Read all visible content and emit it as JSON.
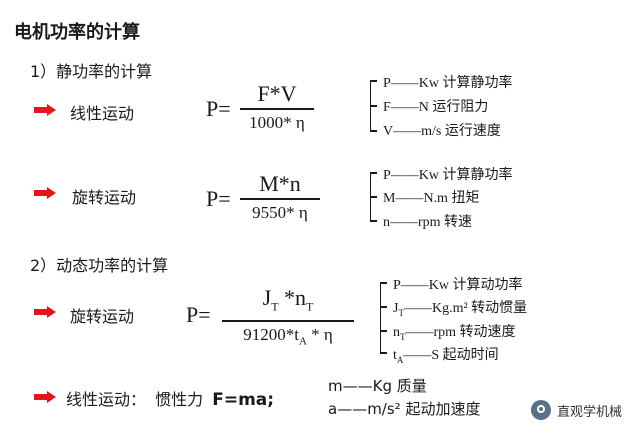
{
  "title": "电机功率的计算",
  "section1": {
    "heading": "1）静功率的计算",
    "linear": {
      "label": "线性运动",
      "p_eq": "P=",
      "numerator": "F*V",
      "denominator": "1000* η",
      "defs": [
        "P——Kw 计算静功率",
        "F——N 运行阻力",
        "V——m/s 运行速度"
      ]
    },
    "rotary": {
      "label": "旋转运动",
      "p_eq": "P=",
      "numerator": "M*n",
      "denominator": "9550* η",
      "defs": [
        "P——Kw 计算静功率",
        "M——N.m 扭矩",
        "n——rpm 转速"
      ]
    }
  },
  "section2": {
    "heading": "2）动态功率的计算",
    "rotary": {
      "label": "旋转运动",
      "p_eq": "P=",
      "num_J": "J",
      "num_J_sub": "T",
      "num_mid": " *n",
      "num_n_sub": "T",
      "den_main": "91200*t",
      "den_sub": "A",
      "den_tail": " * η",
      "defs": [
        {
          "main": "P——Kw 计算动功率",
          "sub": ""
        },
        {
          "main": "J",
          "sub": "T",
          "rest": "——Kg.m² 转动惯量"
        },
        {
          "main": "n",
          "sub": "T",
          "rest": "——rpm 转动速度"
        },
        {
          "main": "t",
          "sub": "A",
          "rest": "——S 起动时间"
        }
      ]
    },
    "linear": {
      "label": "线性运动：",
      "inertia_label": "惯性力",
      "formula": "F=ma;",
      "defs": [
        "m——Kg  质量",
        "a——m/s² 起动加速度"
      ]
    }
  },
  "watermark": "直观学机械",
  "colors": {
    "arrow": "#e8141b",
    "text": "#1a1a1a"
  }
}
